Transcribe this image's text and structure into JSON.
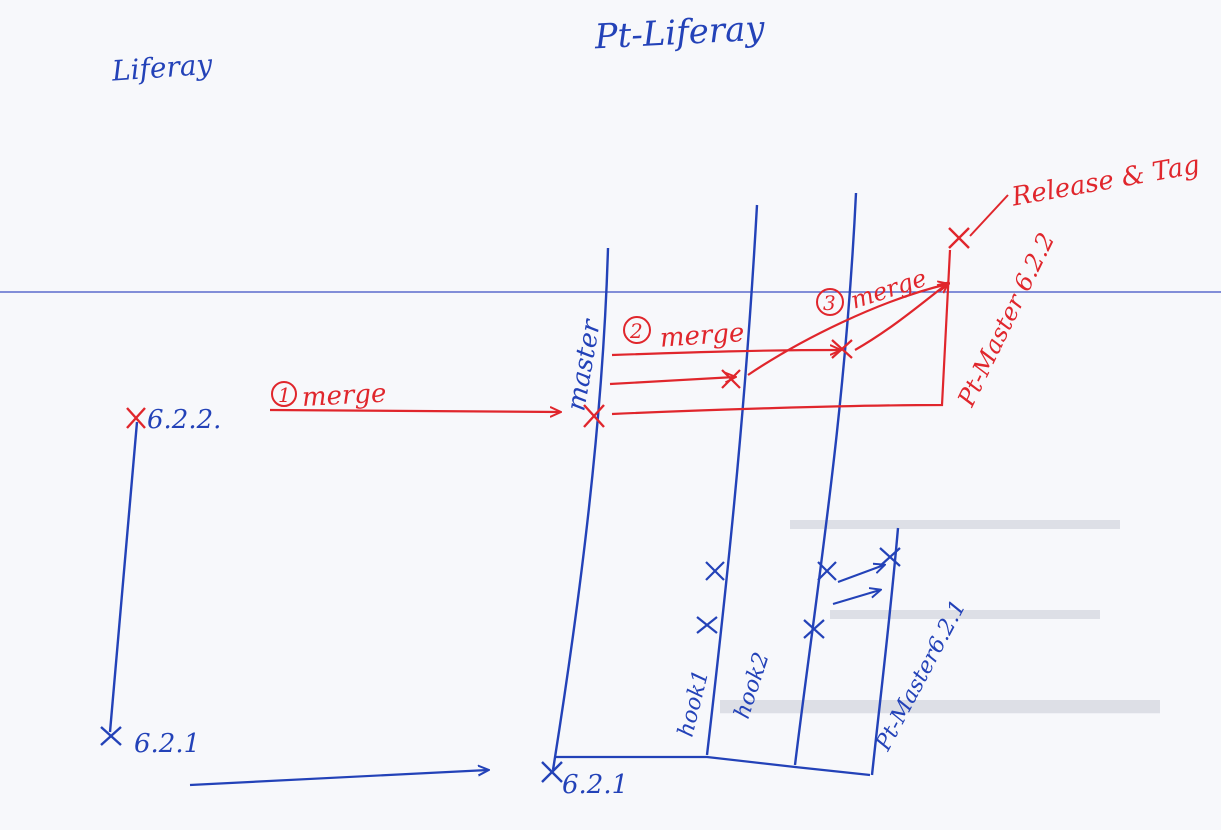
{
  "titles": {
    "left": "Liferay",
    "center": "Pt-Liferay"
  },
  "left_branch": {
    "top_version": "6.2.2.",
    "bottom_version": "6.2.1"
  },
  "pt_branch": {
    "start_version": "6.2.1",
    "master_label": "master",
    "hook1_label": "hook1",
    "hook2_label": "hook2",
    "pt_master_621": "Pt-Master6.2.1",
    "pt_master_622": "Pt-Master 6.2.2"
  },
  "merges": {
    "merge1": "merge",
    "merge1_num": "1",
    "merge2": "merge",
    "merge2_num": "2",
    "merge3": "merge",
    "merge3_num": "3"
  },
  "release": "Release & Tag",
  "colors": {
    "blue_ink": "#2342b8",
    "red_ink": "#e0262c",
    "rule_line": "#3c4fc4",
    "paper": "#f7f8fb"
  }
}
